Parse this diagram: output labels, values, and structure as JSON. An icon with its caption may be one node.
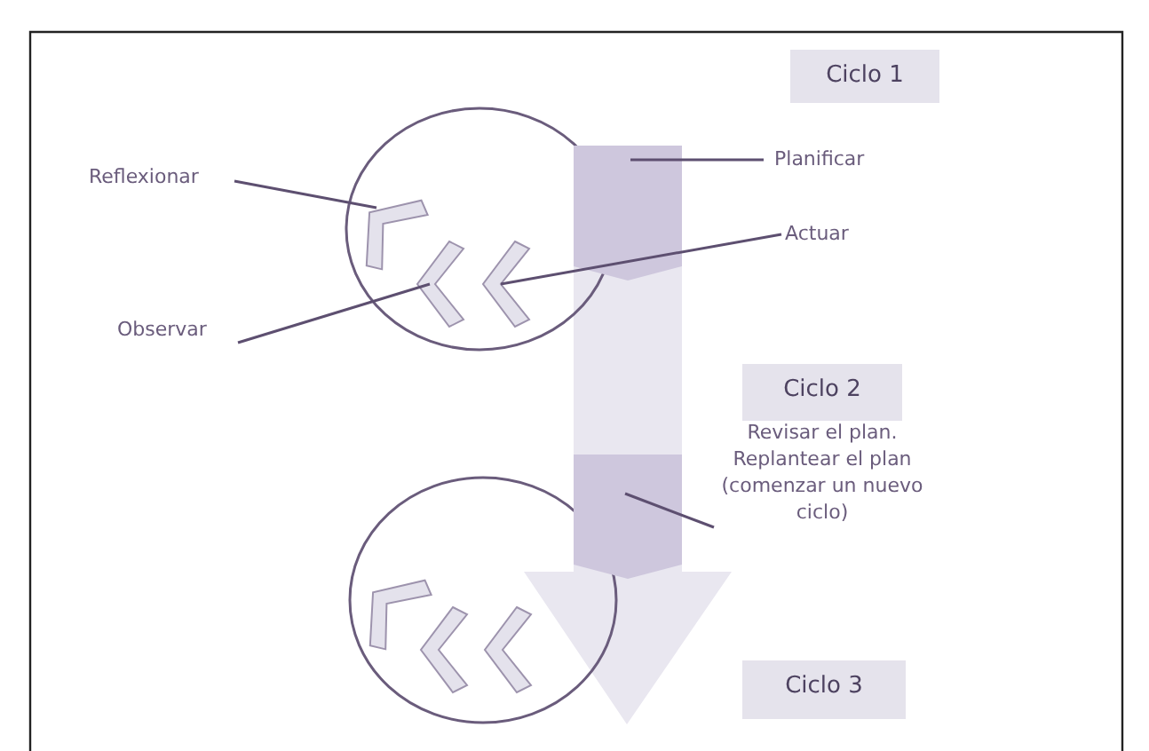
{
  "diagram": {
    "nodes": [
      {
        "text": [
          "Ciclo 1"
        ]
      },
      {
        "text": [
          "Reflexionar"
        ]
      },
      {
        "text": [
          "Planificar"
        ]
      },
      {
        "text": [
          "Actuar"
        ]
      },
      {
        "text": [
          "Observar"
        ]
      },
      {
        "text": [
          "Ciclo 2"
        ]
      },
      {
        "text": [
          "Revisar el plan. Replantear el plan (comenzar un nuevo ciclo)"
        ]
      },
      {
        "text": [
          "Ciclo 3"
        ]
      },
      {
        "text": [],
        "shape": "chevron"
      },
      {
        "text": [],
        "shape": "chevron"
      },
      {
        "text": [],
        "shape": "chevron"
      },
      {
        "text": [],
        "shape": "bar"
      },
      {
        "text": [],
        "shape": "bar"
      }
    ],
    "edges": [
      {
        "from": 1,
        "to": 8,
        "arrow": "none"
      },
      {
        "from": 2,
        "to": 11,
        "arrow": "none"
      },
      {
        "from": 3,
        "to": 10,
        "arrow": "none"
      },
      {
        "from": 4,
        "to": 9,
        "arrow": "none"
      },
      {
        "from": 6,
        "to": 12,
        "arrow": "none"
      }
    ]
  }
}
